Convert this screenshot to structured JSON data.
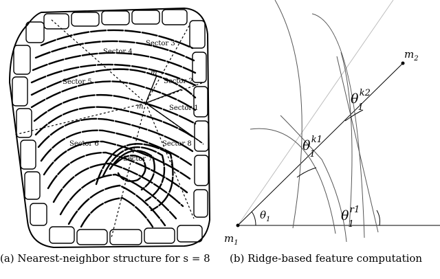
{
  "panel_a": {
    "caption": "(a) Nearest-neighbor structure for s = 8",
    "sectors": [
      "Sector 1",
      "Sector 2",
      "Sector 3",
      "Sector 4",
      "Sector 5",
      "Sector 6",
      "Sector 7",
      "Sector 8"
    ],
    "minutia_center": "m",
    "minutia_neighbor": "m"
  },
  "panel_b": {
    "caption": "(b) Ridge-based feature computation",
    "m1_label": "m",
    "m1_sub": "1",
    "m2_label": "m",
    "m2_sub": "2",
    "theta1_label": "θ",
    "theta1_sub": "1",
    "theta_k1_sup": "k1",
    "theta_k1_sub": "1",
    "theta_k2_sup": "k2",
    "theta_k2_sub": "1",
    "theta_r1_sup": "r1",
    "theta_r1_sub": "1"
  },
  "colors": {
    "ink": "#000000",
    "light_line": "#bdbdbd",
    "ridge_curve": "#555555"
  }
}
